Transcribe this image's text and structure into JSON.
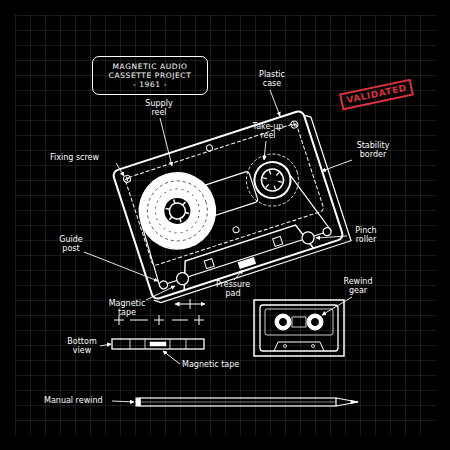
{
  "diagram": {
    "nodes": [
      {
        "text": [
          "MAGNETIC AUDIO CASSETTE PROJECT",
          "- 1961 -"
        ]
      },
      {
        "text": [
          "VALIDATED"
        ]
      }
    ],
    "labels": [
      "Plastic case",
      "Supply reel",
      "Take-up reel",
      "Fixing screw",
      "Stability border",
      "Guide post",
      "Pinch roller",
      "Pressure pad",
      "Magnetic tape",
      "Rewind gear",
      "Bottom view",
      "Magnetic tape",
      "Manual rewind"
    ]
  }
}
